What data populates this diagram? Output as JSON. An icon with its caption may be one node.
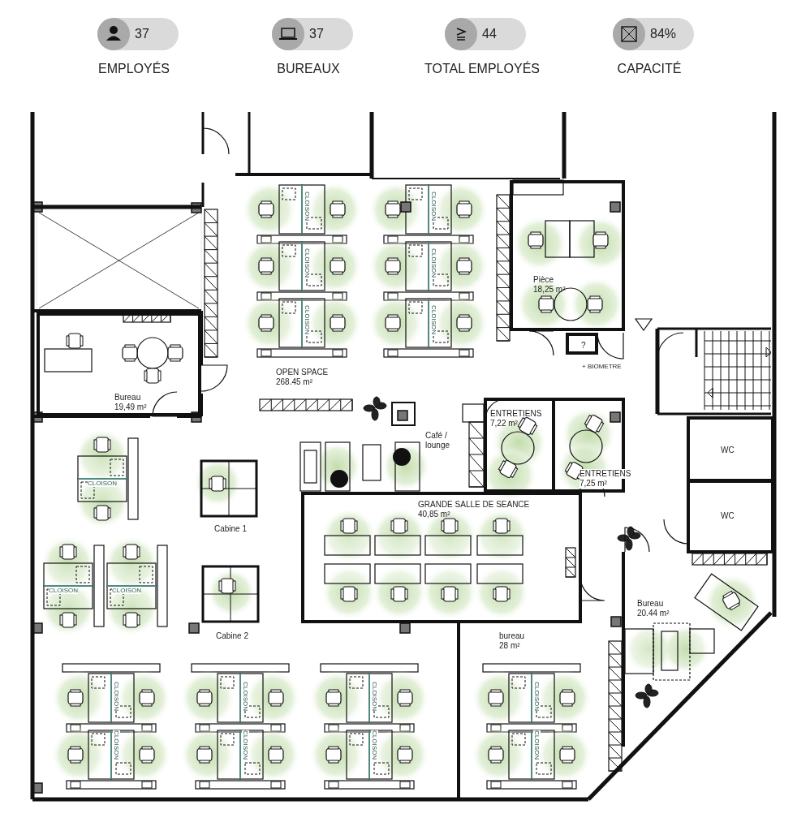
{
  "diagram": {
    "nodes": [
      {
        "text": [
          "37",
          "EMPLOYÉS"
        ]
      },
      {
        "text": [
          "37",
          "BUREAUX"
        ]
      },
      {
        "text": [
          "44",
          "TOTAL EMPLOYÉS"
        ]
      },
      {
        "text": [
          "84%",
          "CAPACITÉ"
        ]
      },
      {
        "text": [
          "Bureau",
          "19,49 m²"
        ]
      },
      {
        "text": [
          "OPEN SPACE",
          "268.45 m²"
        ]
      },
      {
        "text": [
          "Pièce",
          "18,25 m²"
        ]
      },
      {
        "text": [
          "?"
        ]
      },
      {
        "text": [
          "ENTRETIENS",
          "7,22 m²"
        ]
      },
      {
        "text": [
          "ENTRETIENS",
          "7,25 m²"
        ]
      },
      {
        "text": [
          "Café / lounge"
        ]
      },
      {
        "text": [
          "GRANDE SALLE DE SEANCE",
          "40,85 m²"
        ]
      },
      {
        "text": [
          "Cabine 1"
        ]
      },
      {
        "text": [
          "WC"
        ]
      },
      {
        "text": [
          "WC"
        ]
      },
      {
        "text": [
          "Bureau",
          "20.44 m²"
        ]
      },
      {
        "text": [
          "Cabine 2"
        ]
      },
      {
        "text": [
          "bureau",
          "28 m²"
        ]
      }
    ],
    "labels": [
      "CLOISON",
      "CLOISON",
      "CLOISON",
      "CLOISON",
      "CLOISON",
      "CLOISON",
      "+ BIOMETRE",
      "CLOISON",
      "CLOISON",
      "CLOISON",
      "CLOISON",
      "CLOISON",
      "CLOISON",
      "CLOISON",
      "CLOISON",
      "CLOISON",
      "CLOISON",
      "CLOISON"
    ]
  }
}
